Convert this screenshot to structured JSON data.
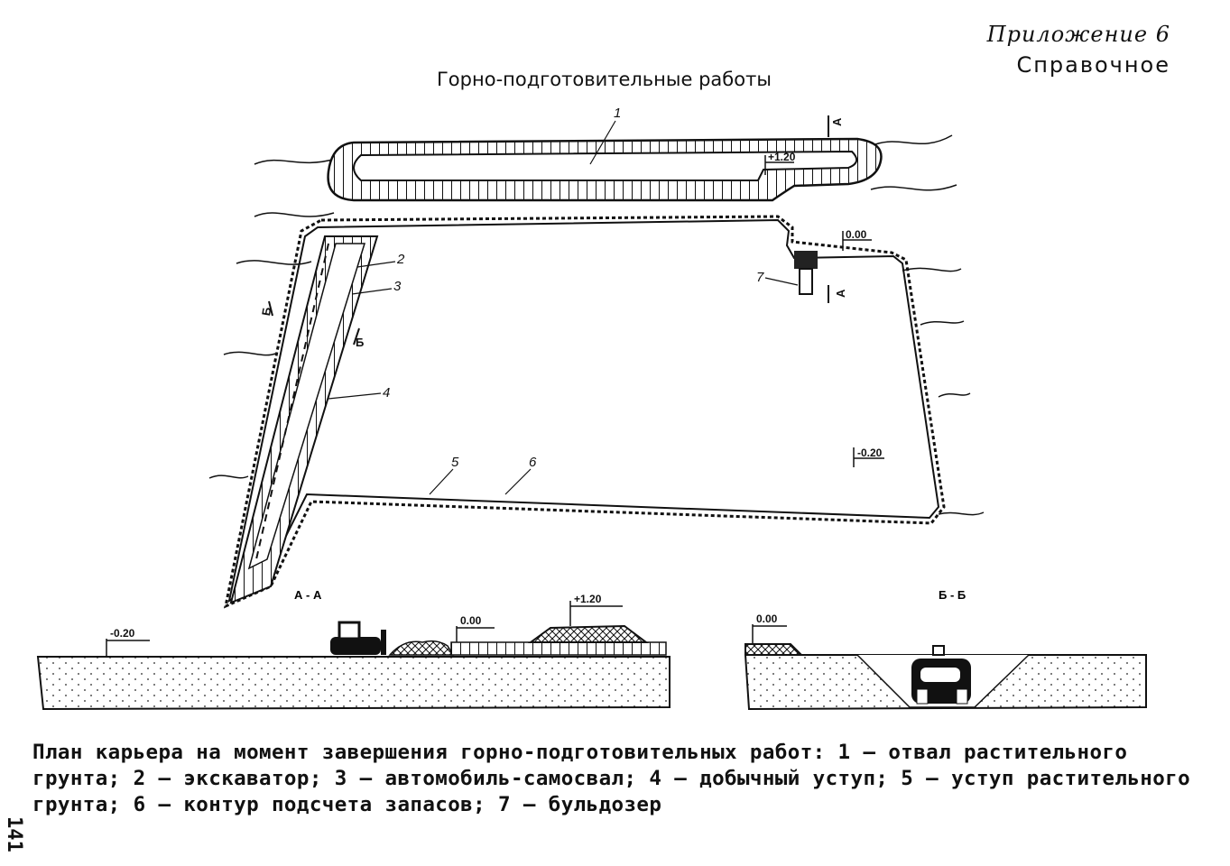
{
  "header": {
    "appendix": "Приложение 6",
    "reference": "Справочное",
    "title": "Горно-подготовительные работы"
  },
  "plan": {
    "callouts": [
      "1",
      "2",
      "3",
      "4",
      "5",
      "6",
      "7"
    ],
    "section_marks": [
      "А",
      "А",
      "Б",
      "Б"
    ],
    "elevations": [
      "+1.20",
      "0.00",
      "-0.20"
    ]
  },
  "sections": {
    "section_aa": {
      "label": "А - А",
      "elevations": [
        "-0.20",
        "0.00",
        "+1.20"
      ]
    },
    "section_bb": {
      "label": "Б - Б",
      "elevations": [
        "0.00"
      ]
    }
  },
  "caption": "План карьера на момент завершения горно-подготовительных работ: 1 – отвал растительного грунта; 2 – экскаватор; 3 – автомобиль-самосвал; 4 – добычный уступ; 5 – уступ растительного грунта; 6 – контур подсчета запасов; 7 – бульдозер",
  "page_number": "141"
}
